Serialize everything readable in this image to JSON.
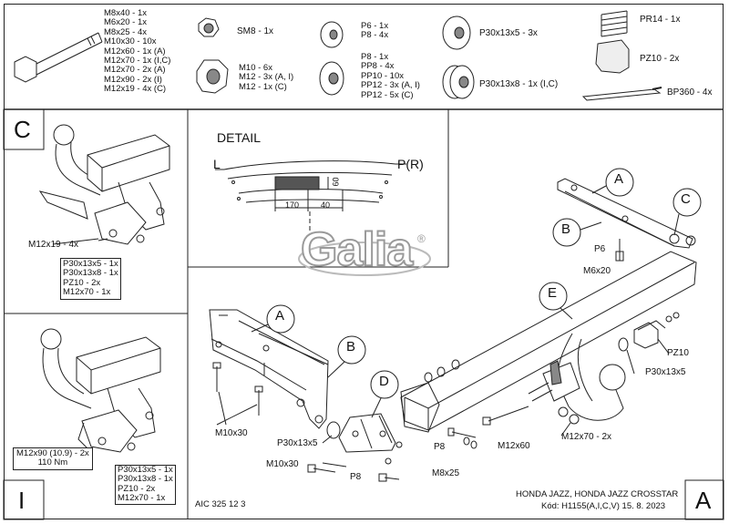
{
  "hardware": {
    "bolt_list": [
      "M8x40 - 1x",
      "M6x20 - 1x",
      "M8x25 - 4x",
      "M10x30 - 10x",
      "M12x60 - 1x (A)",
      "M12x70 - 1x (I,C)",
      "M12x70 - 2x (A)",
      "M12x90 - 2x (I)",
      "M12x19 - 4x (C)"
    ],
    "nut1": "SM8 - 1x",
    "nut2": [
      "M10 - 6x",
      "M12 - 3x (A, I)",
      "M12 - 1x (C)"
    ],
    "washer1": [
      "P6 - 1x",
      "P8 - 4x"
    ],
    "washer2": [
      "P8 - 1x",
      "PP8 - 4x",
      "PP10 - 10x",
      "PP12 - 3x (A, I)",
      "PP12 - 5x (C)"
    ],
    "spacer1": "P30x13x5 - 3x",
    "spacer2": "P30x13x8 - 1x (I,C)",
    "spring": "PR14 - 1x",
    "pad": "PZ10 - 2x",
    "tie": "BP360 - 4x"
  },
  "panel_c": {
    "letter": "C",
    "bolt_label": "M12x19 - 4x",
    "parts": [
      "P30x13x5 - 1x",
      "P30x13x8 - 1x",
      "PZ10 - 2x",
      "M12x70 - 1x"
    ]
  },
  "panel_i": {
    "letter": "I",
    "bolt_label": [
      "M12x90 (10.9) - 2x",
      "110 Nm"
    ],
    "parts": [
      "P30x13x5 - 1x",
      "P30x13x8 - 1x",
      "PZ10 - 2x",
      "M12x70 - 1x"
    ]
  },
  "detail": {
    "title": "DETAIL",
    "left": "L",
    "right": "P(R)",
    "dim1": "170",
    "dim2": "40",
    "dim3": "60"
  },
  "logo": "Galia",
  "logo_mark": "®",
  "callouts": {
    "a1": "A",
    "b1": "B",
    "c1": "C",
    "e": "E",
    "a2": "A",
    "b2": "B",
    "d": "D"
  },
  "labels": {
    "p6": "P6",
    "m6x20": "M6x20",
    "pz10": "PZ10",
    "p30_right": "P30x13x5",
    "m10x30_top": "M10x30",
    "p30_left": "P30x13x5",
    "m10x30_bottom": "M10x30",
    "p8_bottom": "P8",
    "m8x25": "M8x25",
    "p8_mid": "P8",
    "m12x60": "M12x60",
    "m12x70": "M12x70 - 2x"
  },
  "footer": {
    "code": "AIC 325 12 3",
    "model": "HONDA JAZZ, HONDA JAZZ CROSSTAR",
    "kod": "Kód: H1155(A,I,C,V)  15. 8. 2023",
    "letter": "A"
  }
}
